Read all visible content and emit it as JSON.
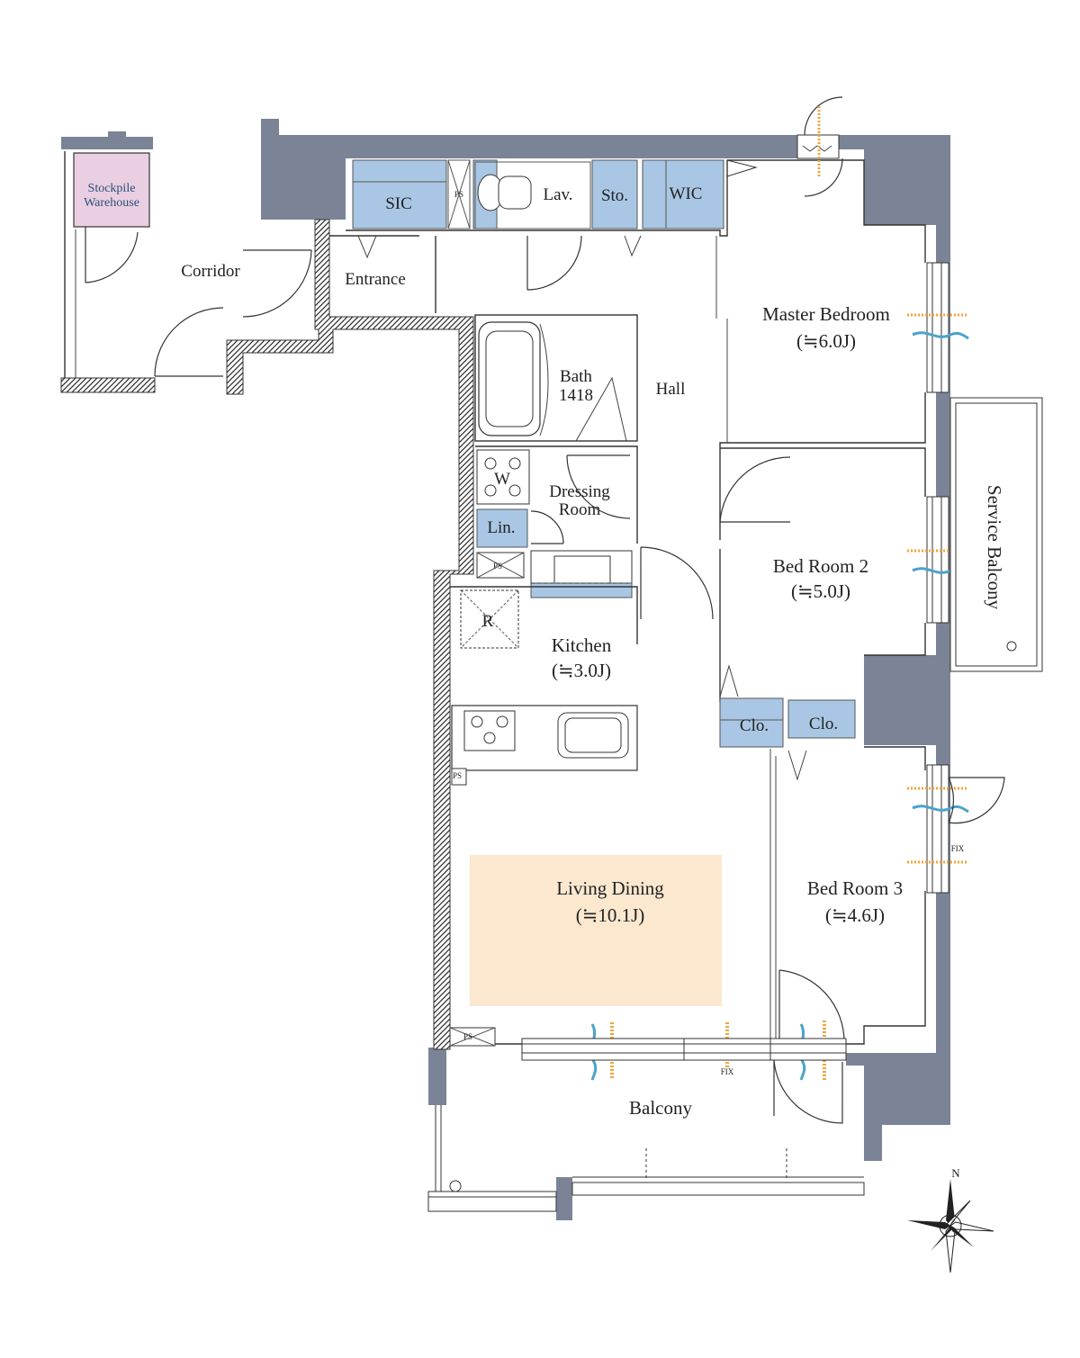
{
  "colors": {
    "wall": "#7a8496",
    "storage": "#a9c7e4",
    "living_highlight": "#fbe8cf",
    "stockpile": "#e9cfe1",
    "wind_orange": "#f0a63a",
    "wind_blue": "#4aa3c9"
  },
  "labels": {
    "stockpile": "Stockpile",
    "warehouse": "Warehouse",
    "corridor": "Corridor",
    "entrance": "Entrance",
    "sic": "SIC",
    "ps": "PS",
    "lav": "Lav.",
    "sto": "Sto.",
    "wic": "WIC",
    "master_bedroom": "Master Bedroom",
    "master_bedroom_size": "(≒6.0J)",
    "bath": "Bath",
    "bath_size": "1418",
    "hall": "Hall",
    "washer": "W",
    "dressing": "Dressing",
    "dressing_room": "Room",
    "linen": "Lin.",
    "bed_room_2": "Bed Room 2",
    "bed_room_2_size": "(≒5.0J)",
    "service_balcony": "Service Balcony",
    "refrigerator": "R",
    "kitchen": "Kitchen",
    "kitchen_size": "(≒3.0J)",
    "clo": "Clo.",
    "living_dining": "Living Dining",
    "living_dining_size": "(≒10.1J)",
    "bed_room_3": "Bed Room 3",
    "bed_room_3_size": "(≒4.6J)",
    "fix": "FIX",
    "balcony": "Balcony",
    "north": "N"
  }
}
